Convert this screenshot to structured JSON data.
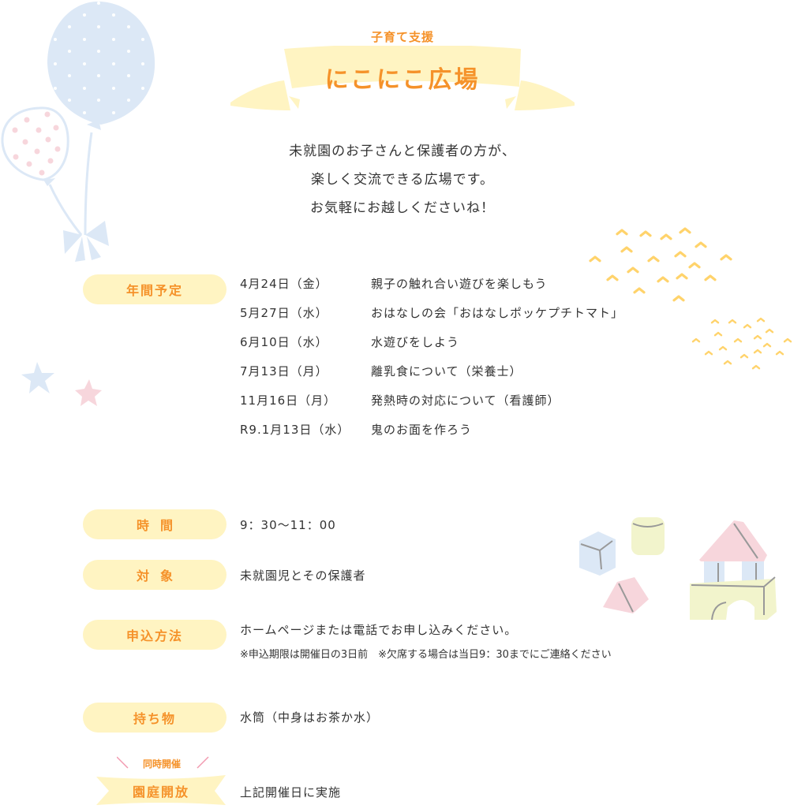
{
  "header": {
    "subtitle": "子育て支援",
    "title": "にこにこ広場"
  },
  "intro": {
    "lines": [
      "未就園のお子さんと保護者の方が、",
      "楽しく交流できる広場です。",
      "お気軽にお越しくださいね！"
    ]
  },
  "schedule": {
    "label": "年間予定",
    "events": [
      {
        "date": "4月24日（金）",
        "title": "親子の触れ合い遊びを楽しもう"
      },
      {
        "date": "5月27日（水）",
        "title": "おはなしの会「おはなしポッケプチトマト」"
      },
      {
        "date": "6月10日（水）",
        "title": "水遊びをしよう"
      },
      {
        "date": "7月13日（月）",
        "title": "離乳食について（栄養士）"
      },
      {
        "date": "11月16日（月）",
        "title": "発熱時の対応について（看護師）"
      },
      {
        "date": "R9.1月13日（水）",
        "title": "鬼のお面を作ろう"
      }
    ]
  },
  "details": {
    "time": {
      "label": "時間",
      "value": "9：30〜11：00"
    },
    "target": {
      "label": "対象",
      "value": "未就園児とその保護者"
    },
    "apply": {
      "label": "申込方法",
      "value": "ホームページまたは電話でお申し込みください。",
      "note": "※申込期限は開催日の3日前　※欠席する場合は当日9：30までにご連絡ください"
    },
    "bring": {
      "label": "持ち物",
      "value": "水筒（中身はお茶か水）"
    },
    "garden": {
      "badge": "同時開催",
      "label": "園庭開放",
      "value": "上記開催日に実施"
    }
  },
  "decorations": {
    "icons": [
      "balloon-blue-icon",
      "balloon-pink-icon",
      "star-blue-icon",
      "star-pink-icon",
      "chevron-pattern-icon",
      "toy-blocks-icon"
    ]
  },
  "colors": {
    "accent": "#f5922a",
    "pill_bg": "#fff4c2",
    "text": "#333333",
    "balloon_blue": "#dce8f6",
    "pink": "#f7d6dc",
    "chevron_yellow": "#ffd36b",
    "block_yellow": "#f2f4cc"
  }
}
